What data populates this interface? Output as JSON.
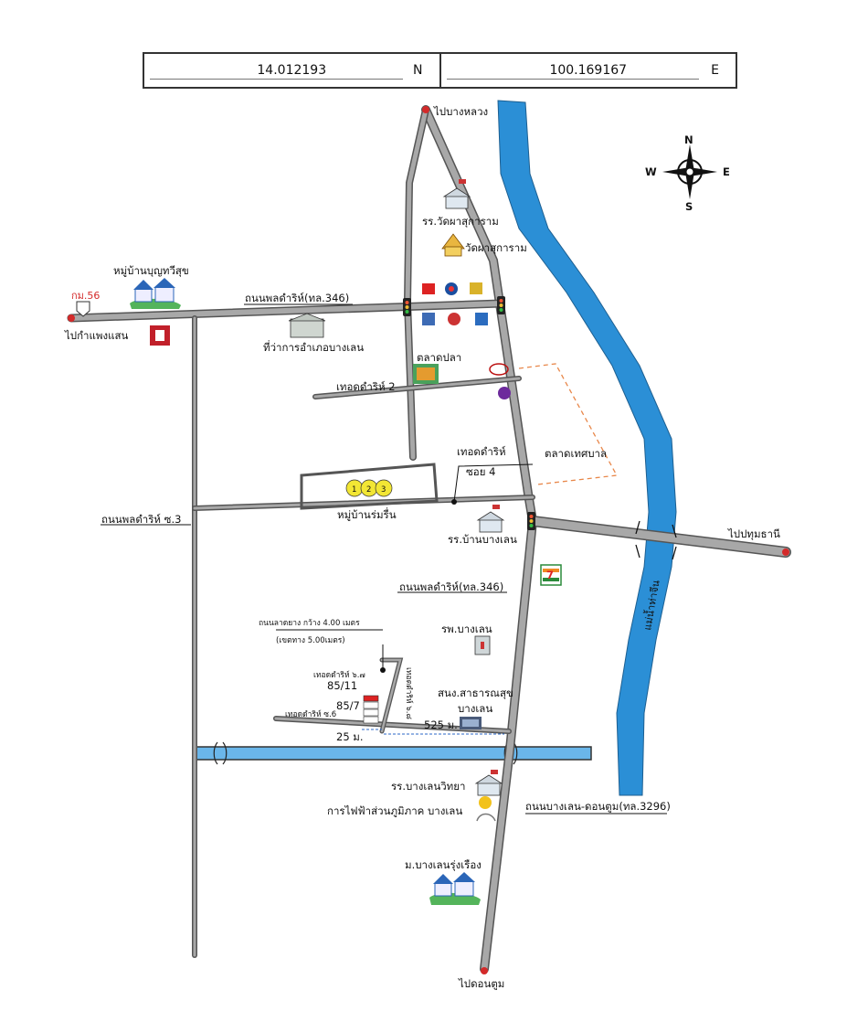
{
  "coordinates": {
    "lat": "14.012193",
    "lat_dir": "N",
    "lon": "100.169167",
    "lon_dir": "E"
  },
  "compass": {
    "n": "N",
    "s": "S",
    "e": "E",
    "w": "W"
  },
  "labels": {
    "to_bang_luang": "ไปบางหลวง",
    "to_don_tum": "ไปดอนตูม",
    "to_pathum_thani": "ไปปทุมธานี",
    "to_kamphaeng_saen": "ไปกำแพงแสน",
    "route_56": "กม.56",
    "village_bun_thawi": "หมู่บ้านบุญทวีสุข",
    "road_phon_main": "ถนนพลดำริห์(ทล.346)",
    "road_phon_lower": "ถนนพลดำริห์(ทล.346)",
    "road_phon_soi3": "ถนนพลดำริห์ ซ.3",
    "school_wat_pha": "รร.วัดผาสุการาม",
    "temple_wat_pha": "วัดผาสุการาม",
    "district_office": "ที่ว่าการอำเภอบางเลน",
    "fish_market": "ตลาดปลา",
    "municipal_market": "ตลาดเทศบาล",
    "thet_2": "เทอดดำริห์ 2",
    "thet_soi4_a": "เทอดดำริห์",
    "thet_soi4_b": "ซอย 4",
    "village_rom_ruen": "หมู่บ้านร่มรื่น",
    "school_ban_bang_len": "รร.บ้านบางเลน",
    "hospital": "รพ.บางเลน",
    "health_office_a": "สนง.สาธารณสุข",
    "health_office_b": "บางเลน",
    "asphalt_road": "ถนนลาดยาง กว้าง 4.00 เมตร",
    "right_of_way": "(เขตทาง 5.00เมตร)",
    "thet_6_7": "เทอดดำริห์ ๖.๗",
    "thet_6_8": "เทอดดำริห์ ๖.๘",
    "thet_6": "เทอดดำริห์ ซ.6",
    "house_85_11": "85/11",
    "house_85_7": "85/7",
    "dist_25": "25 ม.",
    "dist_525": "525 ม.",
    "school_bang_len_wittaya": "รร.บางเลนวิทยา",
    "pea_office": "การไฟฟ้าส่วนภูมิภาค บางเลน",
    "road_bang_len_don_tum": "ถนนบางเลน-ดอนตูม(ทล.3296)",
    "village_rung_rueang": "ม.บางเลนรุ่งเรือง",
    "river": "แม่น้ำท่าจีน",
    "pool_1": "1",
    "pool_2": "2",
    "pool_3": "3",
    "seven_eleven": "7"
  },
  "colors": {
    "road": "#9a9a9a",
    "road_edge": "#555555",
    "river": "#2b8fd6",
    "canal": "#62b0e6",
    "market_outline": "#e8874a",
    "marker": "#d42a2a"
  }
}
